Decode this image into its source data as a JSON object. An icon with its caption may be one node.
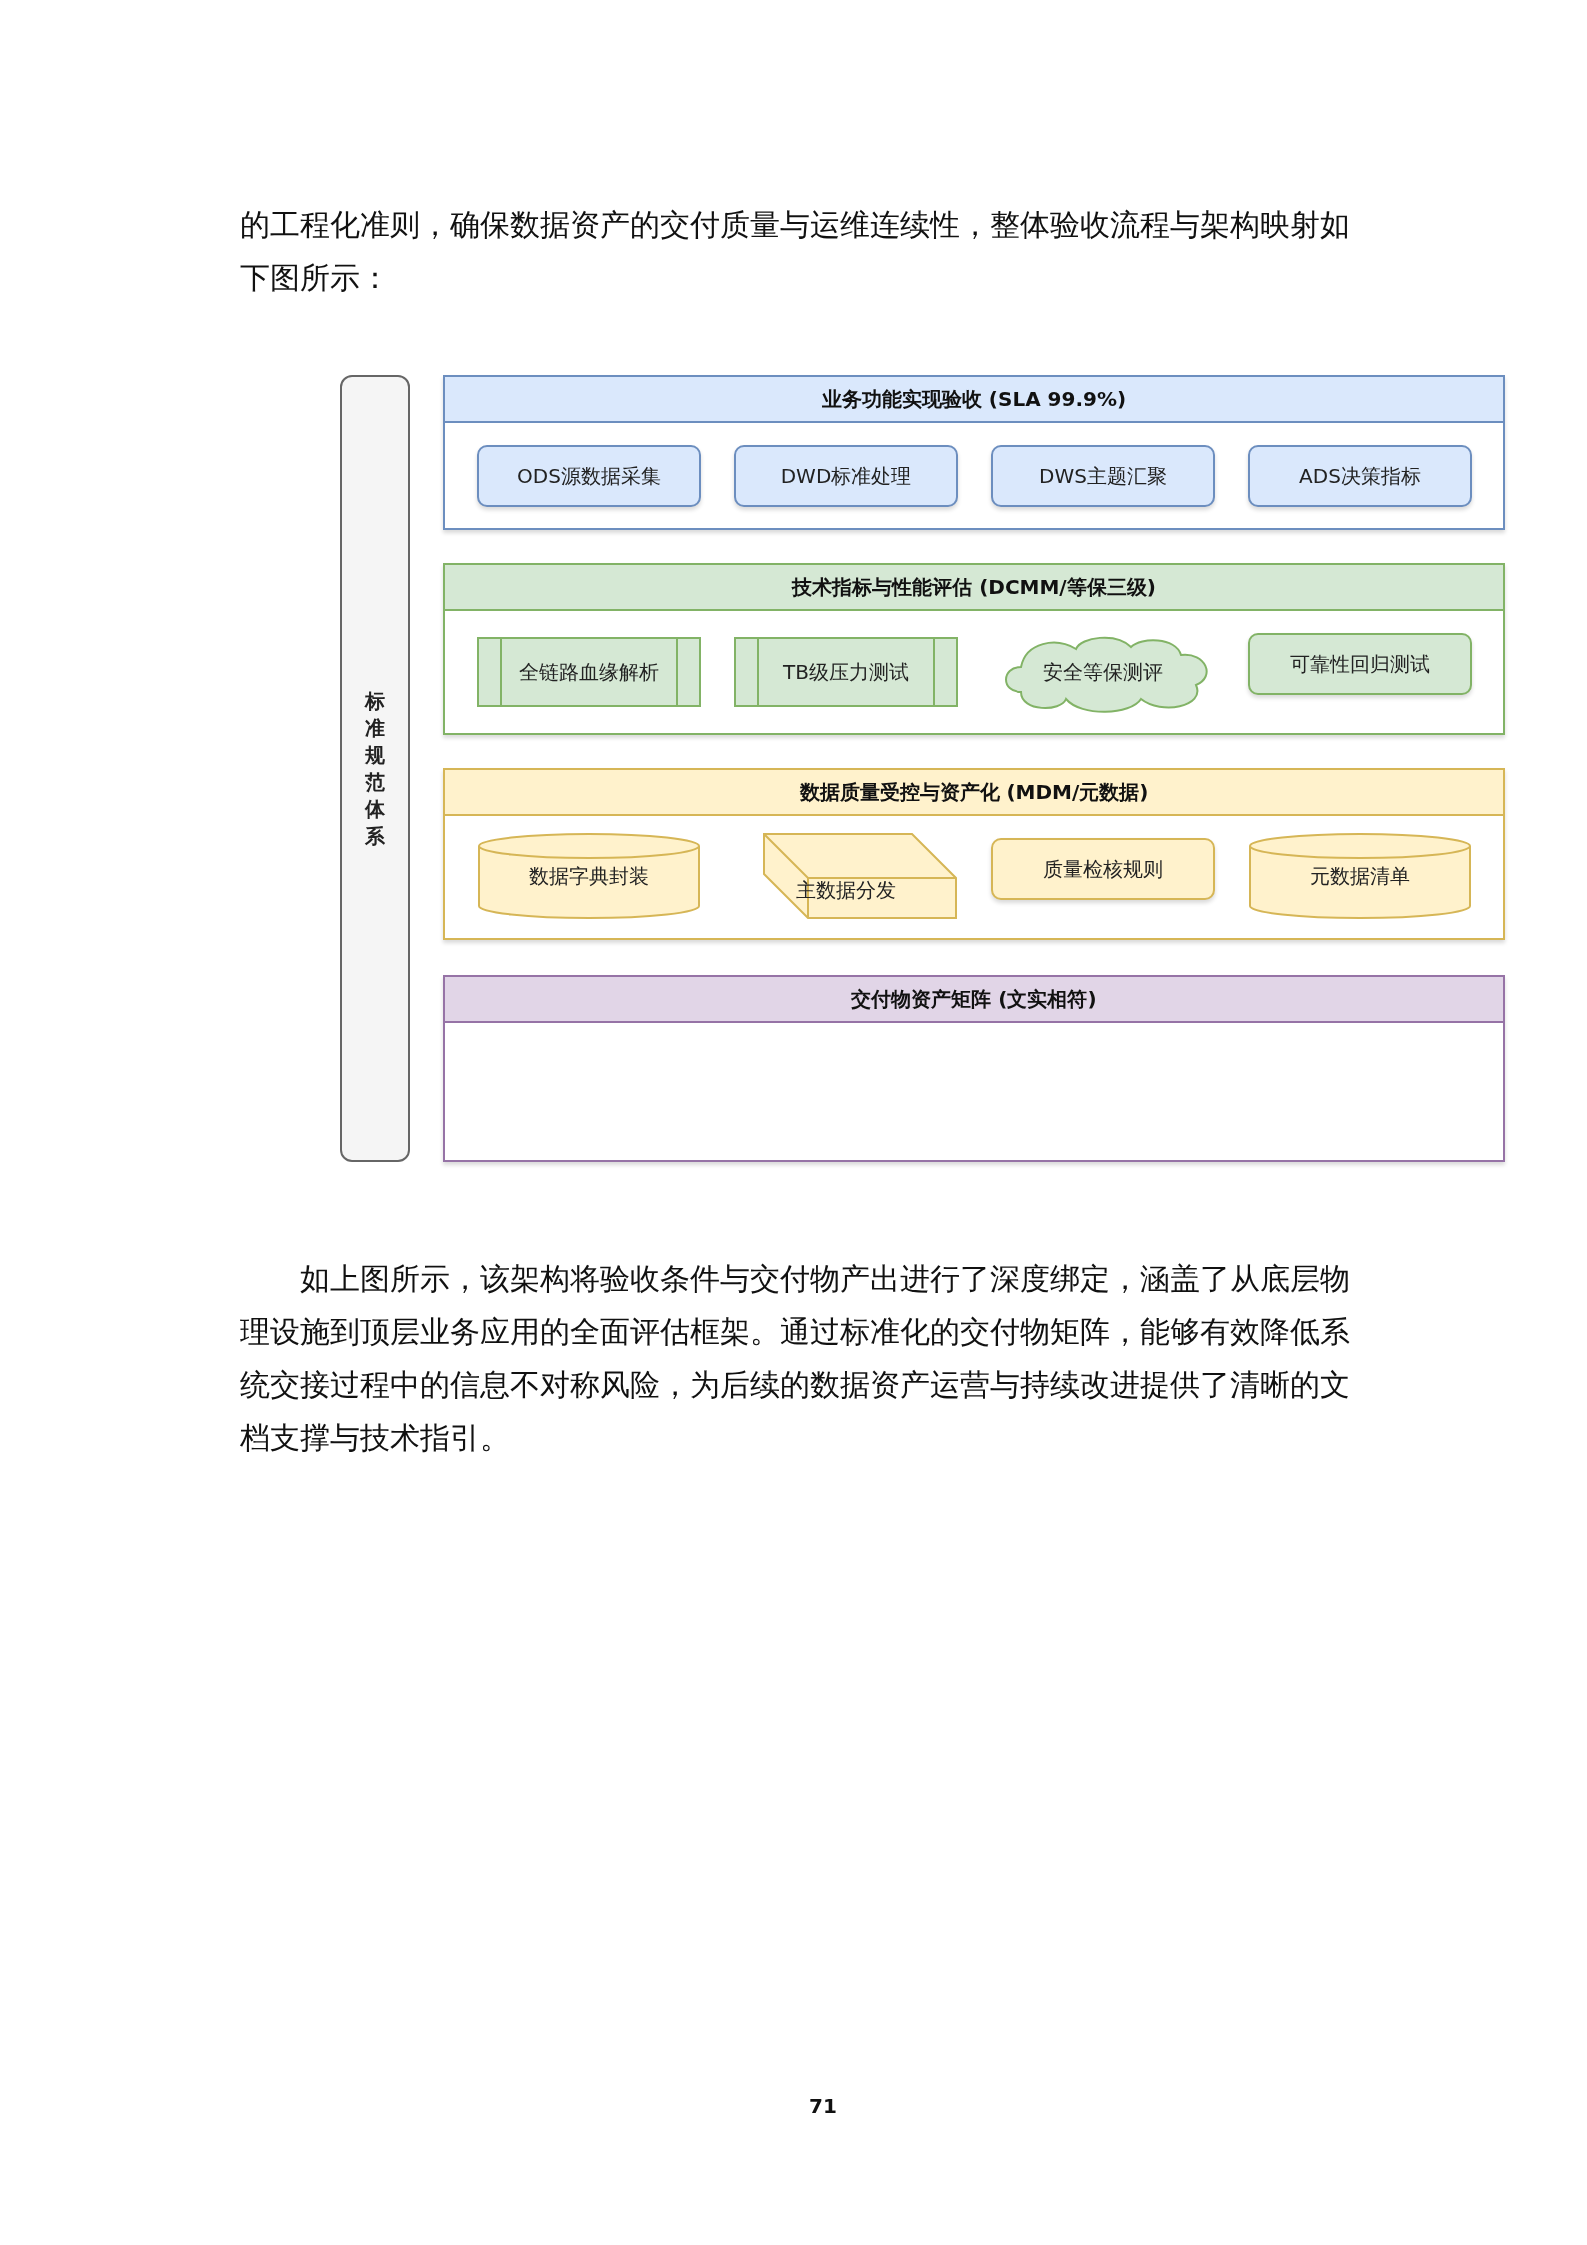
{
  "diagram": {
    "nodes": [
      {
        "text": [
          "标准规范体系"
        ]
      },
      {
        "text": [
          "业务功能实现验收 (SLA 99.9%)"
        ]
      },
      {
        "text": [
          "ODS源数据采集"
        ],
        "in": 1
      },
      {
        "text": [
          "DWD标准处理"
        ],
        "in": 1
      },
      {
        "text": [
          "DWS主题汇聚"
        ],
        "in": 1
      },
      {
        "text": [
          "ADS决策指标"
        ],
        "in": 1
      },
      {
        "text": [
          "技术指标与性能评估 (DCMM/等保三级)"
        ]
      },
      {
        "text": [
          "全链路血缘解析"
        ],
        "in": 6
      },
      {
        "text": [
          "TB级压力测试"
        ],
        "in": 6
      },
      {
        "text": [
          "安全等保测评"
        ],
        "in": 6
      },
      {
        "text": [
          "可靠性回归测试"
        ],
        "in": 6
      },
      {
        "text": [
          "数据质量受控与资产化 (MDM/元数据)"
        ]
      },
      {
        "text": [
          "数据字典封装"
        ],
        "in": 11
      },
      {
        "text": [
          "主数据分发"
        ],
        "in": 11
      },
      {
        "text": [
          "质量检核规则"
        ],
        "in": 11
      },
      {
        "text": [
          "元数据清单"
        ],
        "in": 11
      },
      {
        "text": [
          "交付物资产矩阵 (文实相符)"
        ]
      }
    ],
    "edges": [],
    "labels": [
      "的工程化准则，确保数据资产的交付质量与运维连续性，整体验收流程与架构映射如下图所示：",
      "如上图所示，该架构将验收条件与交付物产出进行了深度绑定，涵盖了从底层物理设施到顶层业务应用的全面评估框架。通过标准化的交付物矩阵，能够有效降低系统交接过程中的信息不对称风险，为后续的数据资产运营与持续改进提供了清晰的文档支撑与技术指引。",
      "71"
    ]
  }
}
